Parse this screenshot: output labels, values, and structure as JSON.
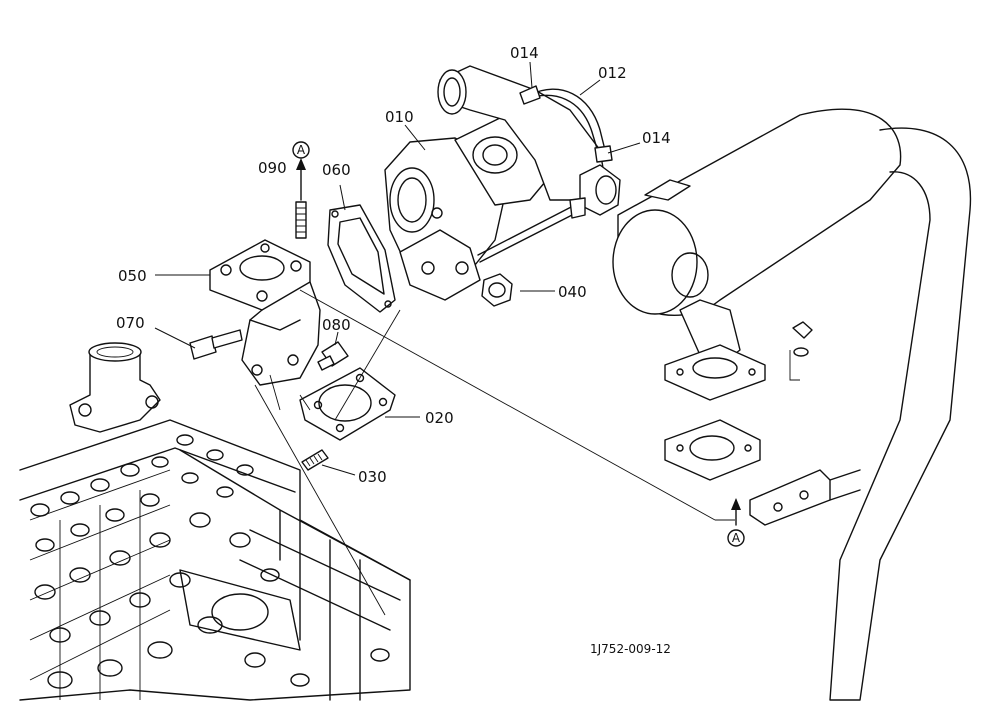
{
  "parts": {
    "p010": "010",
    "p012": "012",
    "p014_top": "014",
    "p014_right": "014",
    "p020": "020",
    "p030": "030",
    "p040": "040",
    "p050": "050",
    "p060": "060",
    "p070": "070",
    "p080": "080",
    "p090": "090"
  },
  "markers": {
    "arrow_top": "A",
    "arrow_bottom": "A"
  },
  "drawing_ref": "1J752-009-12"
}
